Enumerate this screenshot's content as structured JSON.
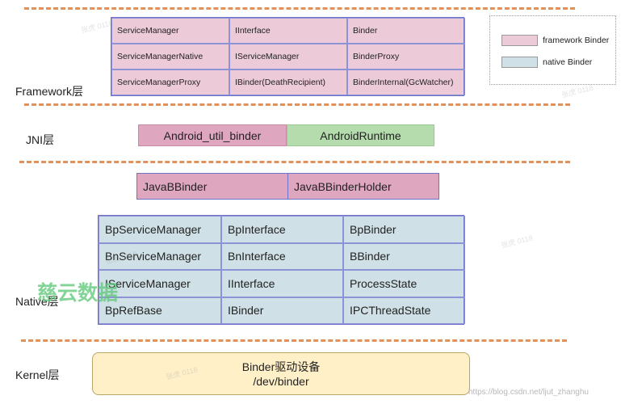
{
  "layers": {
    "framework": "Framework层",
    "jni": "JNI层",
    "native": "Native层",
    "kernel": "Kernel层"
  },
  "framework_table": [
    [
      "ServiceManager",
      "IInterface",
      "Binder"
    ],
    [
      "ServiceManagerNative",
      "IServiceManager",
      "BinderProxy"
    ],
    [
      "ServiceManagerProxy",
      "IBinder(DeathRecipient)",
      "BinderInternal(GcWatcher)"
    ]
  ],
  "legend": {
    "framework": {
      "label": "framework Binder",
      "color": "#eccad8"
    },
    "native": {
      "label": "native Binder",
      "color": "#cfe0e6"
    }
  },
  "jni": {
    "left": {
      "label": "Android_util_binder",
      "color": "#dfa6c0"
    },
    "right": {
      "label": "AndroidRuntime",
      "color": "#b5dcad"
    }
  },
  "java_bbinder": [
    "JavaBBinder",
    "JavaBBinderHolder"
  ],
  "native_table": [
    [
      "BpServiceManager",
      "BpInterface",
      "BpBinder"
    ],
    [
      "BnServiceManager",
      "BnInterface",
      "BBinder"
    ],
    [
      "IServiceManager",
      "IInterface",
      "ProcessState"
    ],
    [
      "BpRefBase",
      "IBinder",
      "IPCThreadState"
    ]
  ],
  "kernel_box": {
    "line1": "Binder驱动设备",
    "line2": "/dev/binder"
  },
  "watermark": {
    "logo_text": "慈云数据",
    "credit": "https://blog.csdn.net/ljut_zhanghu",
    "faint_text": "张虎 0118"
  }
}
